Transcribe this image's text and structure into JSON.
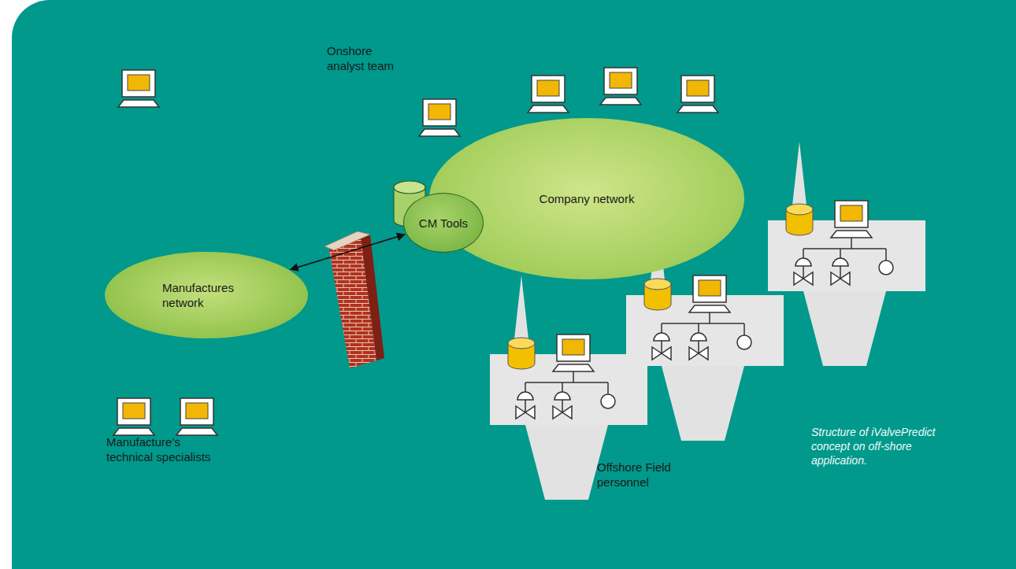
{
  "diagram": {
    "caption": "Structure of iValvePredict concept on off-shore application.",
    "nodes": [
      {
        "text": [
          "Company network"
        ]
      },
      {
        "text": [
          "CM Tools"
        ]
      },
      {
        "text": [
          "Manufactures network"
        ]
      }
    ],
    "edges": [
      {
        "from": 2,
        "to": 1,
        "arrow": "both"
      }
    ],
    "labels": [
      "Onshore analyst team",
      "Manufacture’s technical specialists",
      "Offshore Field personnel"
    ]
  }
}
